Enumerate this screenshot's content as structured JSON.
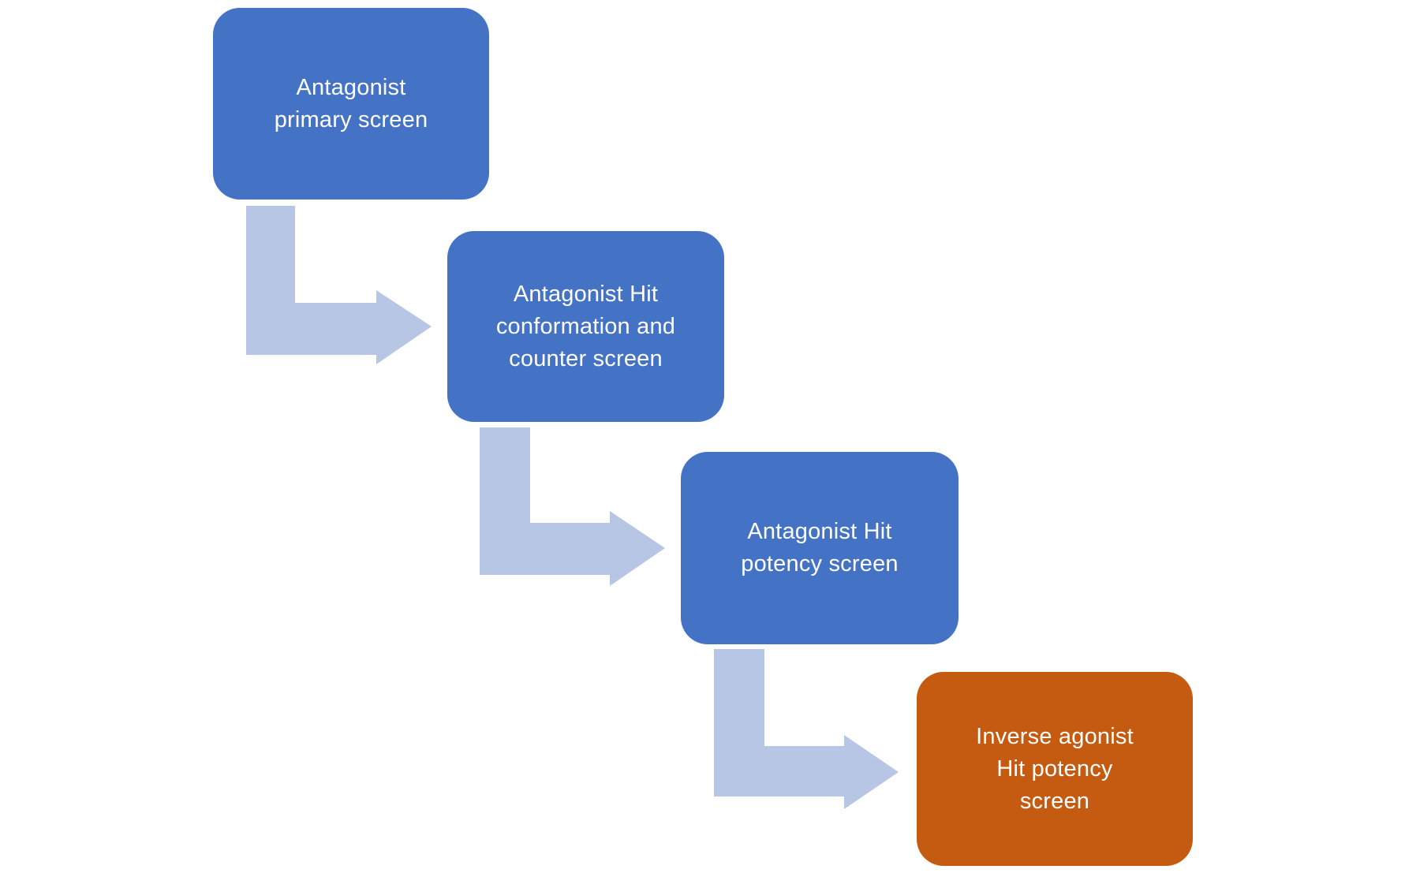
{
  "diagram": {
    "type": "process-flowchart",
    "background_color": "#ffffff",
    "colors": {
      "step_node_fill": "#4472c4",
      "final_node_fill": "#c55a11",
      "arrow_fill": "#b8c6e5",
      "node_text": "#ffffff"
    },
    "nodes": [
      {
        "label": "Antagonist primary screen",
        "lines": [
          "Antagonist",
          "primary screen"
        ],
        "fill": "#4472c4"
      },
      {
        "label": "Antagonist Hit conformation and counter screen",
        "lines": [
          "Antagonist Hit",
          "conformation and",
          "counter screen"
        ],
        "fill": "#4472c4"
      },
      {
        "label": "Antagonist Hit potency screen",
        "lines": [
          "Antagonist Hit",
          "potency screen"
        ],
        "fill": "#4472c4"
      },
      {
        "label": "Inverse agonist Hit potency screen",
        "lines": [
          "Inverse agonist",
          "Hit potency",
          "screen"
        ],
        "fill": "#c55a11"
      }
    ],
    "connectors": [
      {
        "from": 0,
        "to": 1,
        "style": "bent-elbow-arrow",
        "direction": "down-right"
      },
      {
        "from": 1,
        "to": 2,
        "style": "bent-elbow-arrow",
        "direction": "down-right"
      },
      {
        "from": 2,
        "to": 3,
        "style": "bent-elbow-arrow",
        "direction": "down-right"
      }
    ]
  }
}
